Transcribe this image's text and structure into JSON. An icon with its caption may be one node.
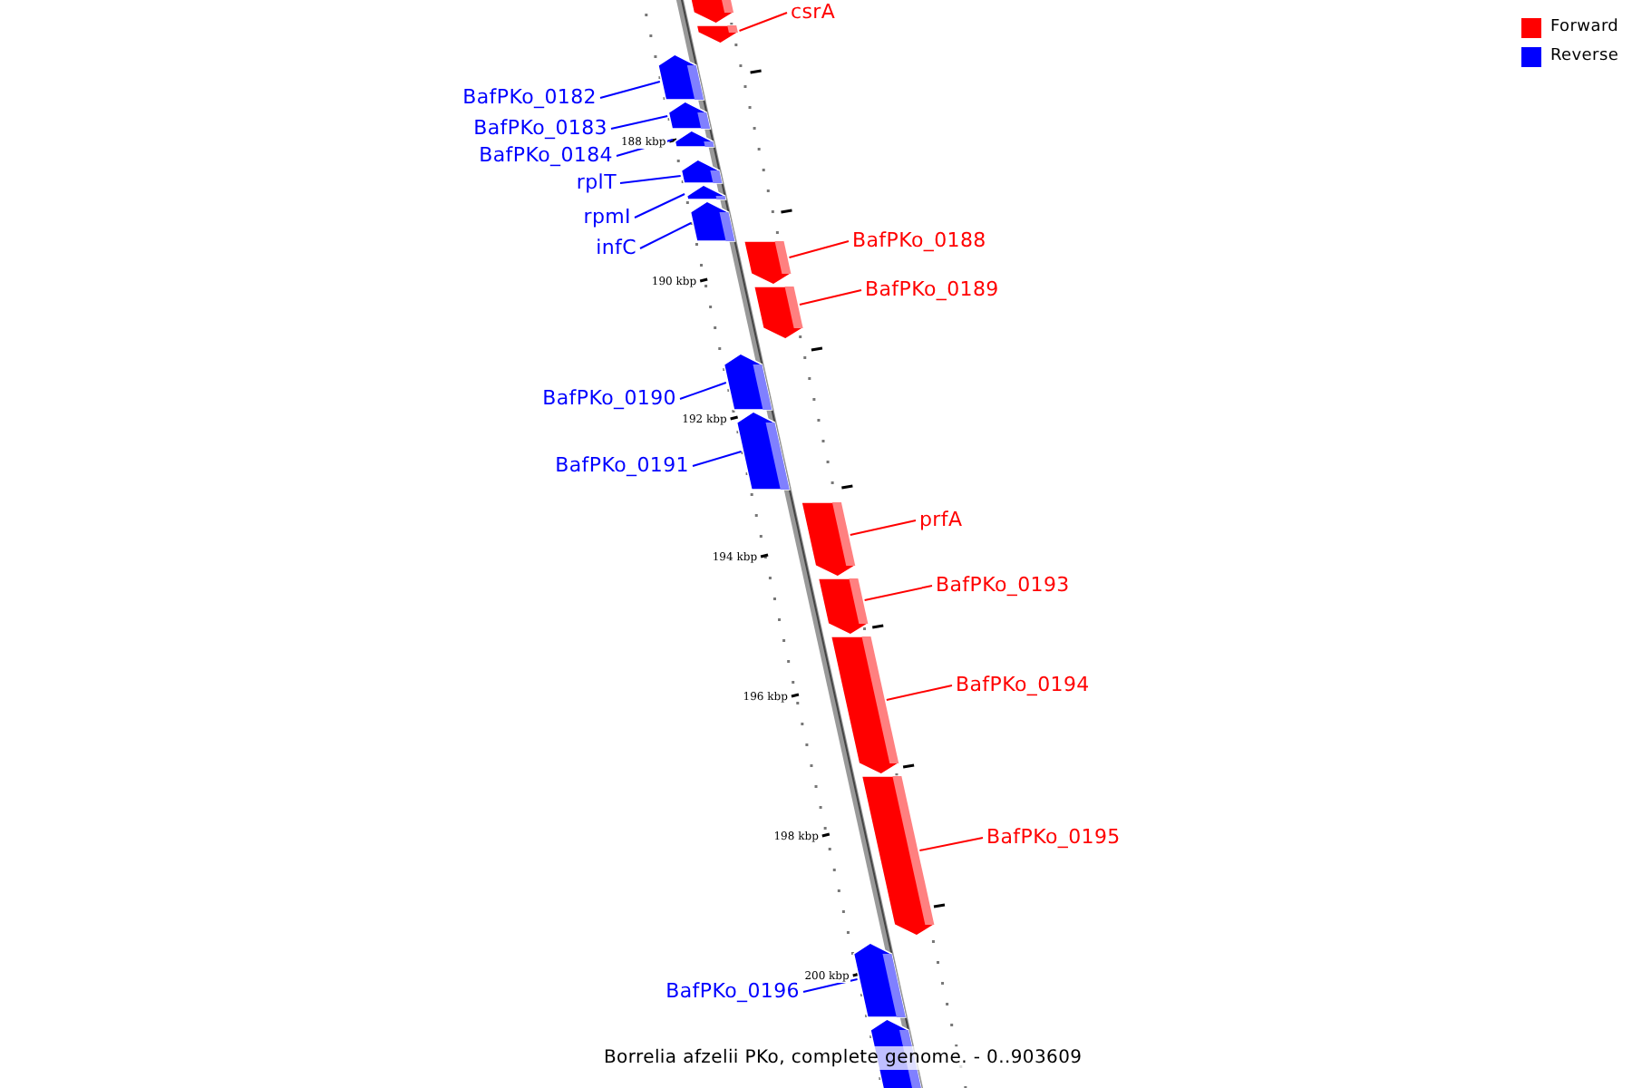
{
  "diagram": {
    "caption": "Borrelia afzelii PKo, complete genome. - 0..903609",
    "nodes": [
      {
        "text": [],
        "shape": "arrow"
      },
      {
        "text": [
          "csrA"
        ]
      },
      {
        "text": [],
        "shape": "arrow"
      },
      {
        "text": [
          "BafPKo_0182"
        ]
      },
      {
        "text": [],
        "shape": "arrow"
      },
      {
        "text": [
          "BafPKo_0183"
        ]
      },
      {
        "text": [],
        "shape": "arrow"
      },
      {
        "text": [
          "BafPKo_0184"
        ]
      },
      {
        "text": [],
        "shape": "arrow"
      },
      {
        "text": [
          "rplT"
        ]
      },
      {
        "text": [],
        "shape": "arrow"
      },
      {
        "text": [
          "rpmI"
        ]
      },
      {
        "text": [],
        "shape": "arrow"
      },
      {
        "text": [
          "infC"
        ]
      },
      {
        "text": [],
        "shape": "arrow"
      },
      {
        "text": [
          "BafPKo_0188"
        ]
      },
      {
        "text": [],
        "shape": "arrow"
      },
      {
        "text": [
          "BafPKo_0189"
        ]
      },
      {
        "text": [],
        "shape": "arrow"
      },
      {
        "text": [
          "BafPKo_0190"
        ]
      },
      {
        "text": [],
        "shape": "arrow"
      },
      {
        "text": [
          "BafPKo_0191"
        ]
      },
      {
        "text": [],
        "shape": "arrow"
      },
      {
        "text": [
          "prfA"
        ]
      },
      {
        "text": [],
        "shape": "arrow"
      },
      {
        "text": [
          "BafPKo_0193"
        ]
      },
      {
        "text": [],
        "shape": "arrow"
      },
      {
        "text": [
          "BafPKo_0194"
        ]
      },
      {
        "text": [],
        "shape": "arrow"
      },
      {
        "text": [
          "BafPKo_0195"
        ]
      },
      {
        "text": [],
        "shape": "arrow"
      },
      {
        "text": [
          "BafPKo_0196"
        ]
      },
      {
        "text": [],
        "shape": "arrow"
      },
      {
        "text": [],
        "shape": "arrow"
      }
    ],
    "edges": [
      {
        "from": 1,
        "to": 2,
        "arrow": "none",
        "color": "#ff0000"
      },
      {
        "from": 3,
        "to": 4,
        "arrow": "none"
      },
      {
        "from": 5,
        "to": 6,
        "arrow": "none"
      },
      {
        "from": 7,
        "to": 8,
        "arrow": "none"
      },
      {
        "from": 9,
        "to": 10,
        "arrow": "none"
      },
      {
        "from": 11,
        "to": 12,
        "arrow": "none"
      },
      {
        "from": 13,
        "to": 14,
        "arrow": "none"
      },
      {
        "from": 15,
        "to": 16,
        "arrow": "none",
        "color": "#ff0000"
      },
      {
        "from": 17,
        "to": 18,
        "arrow": "none",
        "color": "#ff0000"
      },
      {
        "from": 19,
        "to": 20,
        "arrow": "none"
      },
      {
        "from": 21,
        "to": 22,
        "arrow": "none"
      },
      {
        "from": 23,
        "to": 24,
        "arrow": "none",
        "color": "#ff0000"
      },
      {
        "from": 25,
        "to": 26,
        "arrow": "none",
        "color": "#ff0000"
      },
      {
        "from": 27,
        "to": 28,
        "arrow": "none",
        "color": "#ff0000"
      },
      {
        "from": 29,
        "to": 30,
        "arrow": "none",
        "color": "#ff0000"
      },
      {
        "from": 31,
        "to": 32,
        "arrow": "none"
      }
    ],
    "labels": [
      "188 kbp",
      "190 kbp",
      "192 kbp",
      "194 kbp",
      "196 kbp",
      "198 kbp",
      "200 kbp"
    ],
    "legend": [
      {
        "text": "Forward",
        "color": "#ff0000"
      },
      {
        "text": "Reverse",
        "color": "#0000ff"
      }
    ]
  }
}
